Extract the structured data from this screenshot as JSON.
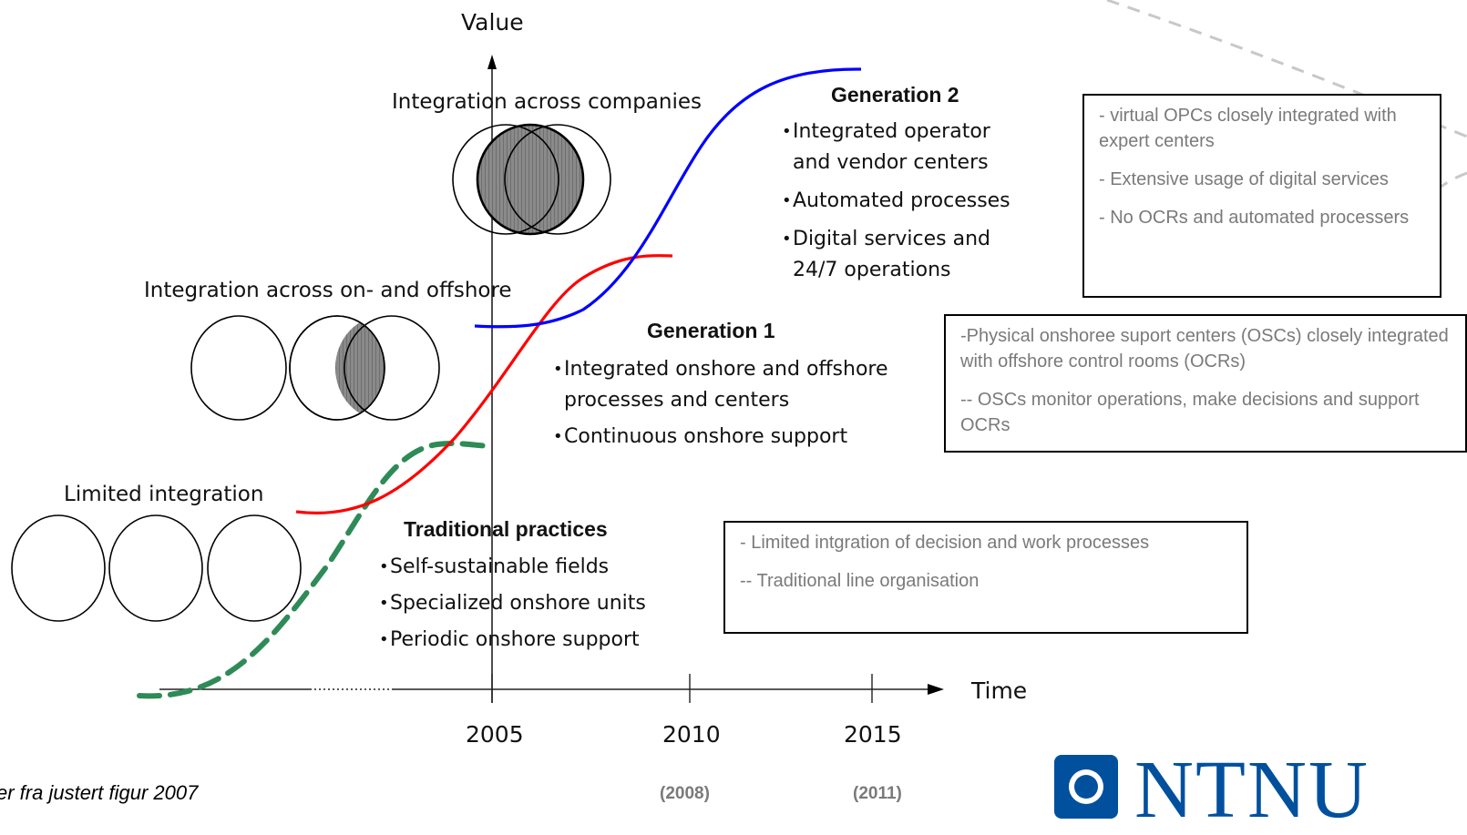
{
  "axes": {
    "y_label": "Value",
    "x_label": "Time"
  },
  "years": [
    {
      "year": "2005",
      "note": ""
    },
    {
      "year": "2010",
      "note": "(2008)"
    },
    {
      "year": "2015",
      "note": "(2011)"
    }
  ],
  "integration_levels": [
    {
      "label": "Integration across companies"
    },
    {
      "label": "Integration across on- and offshore"
    },
    {
      "label": "Limited integration"
    }
  ],
  "generations": {
    "traditional": {
      "heading": "Traditional practices",
      "bullets": [
        "Self-sustainable fields",
        "Specialized onshore units",
        "Periodic onshore support"
      ]
    },
    "gen1": {
      "heading": "Generation 1",
      "bullets": [
        "Integrated onshore and offshore|processes and centers",
        "Continuous onshore support"
      ]
    },
    "gen2": {
      "heading": "Generation 2",
      "bullets": [
        "Integrated operator|and vendor centers",
        "Automated processes",
        "Digital services and|24/7 operations"
      ]
    }
  },
  "notes": {
    "gen2": [
      "- virtual OPCs closely integrated with expert centers",
      "- Extensive usage of digital services",
      "- No OCRs and automated processers"
    ],
    "gen1": [
      "-Physical onshoree suport centers (OSCs) closely integrated with offshore control rooms (OCRs)",
      "-- OSCs monitor operations, make decisions and support OCRs"
    ],
    "traditional": [
      "- Limited intgration of decision and work processes",
      "-- Traditional line organisation"
    ]
  },
  "curve_colors": {
    "traditional": "#2e8b57",
    "gen1": "#ff0000",
    "gen2": "#0000ff"
  },
  "footer_text": "er fra justert figur 2007",
  "logo": {
    "text": "NTNU",
    "color": "#00509e"
  }
}
